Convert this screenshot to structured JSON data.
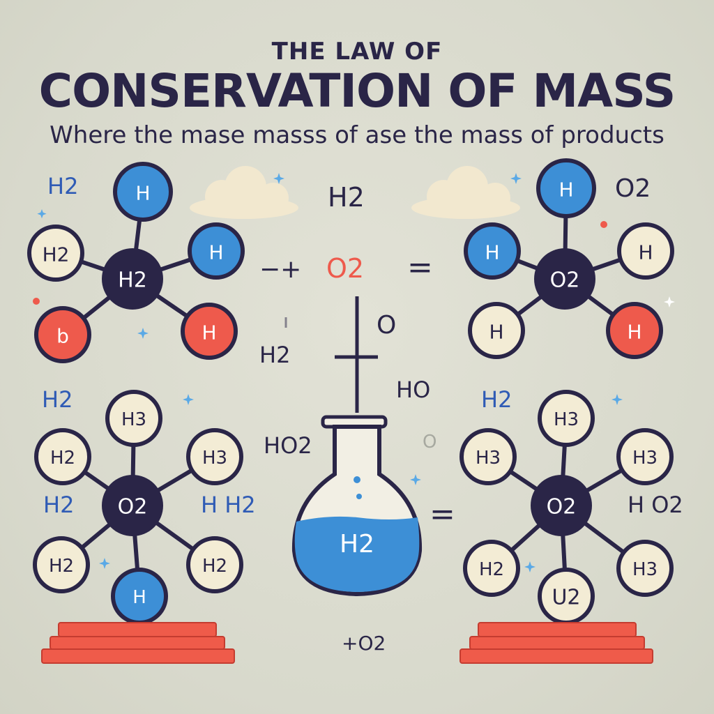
{
  "title": {
    "line1": "THE LAW OF",
    "line2": "CONSERVATION OF MASS",
    "subtitle": "Where the  mase masss of   ase the mass of products"
  },
  "colors": {
    "background": "#d9dacd",
    "dark": "#2a2547",
    "blue_atom": "#3d8fd6",
    "cream_atom": "#f3ecd5",
    "red_atom": "#ee5a4c",
    "label_blue": "#2f5bb5",
    "pedestal": "#ef5b4a",
    "cloud": "#f2e8cf"
  },
  "labels": {
    "top_left_formula": "H2",
    "top_center_formula": "H2",
    "top_right_formula": "O2",
    "equation_plus": "−+",
    "equation_o2": "O2",
    "equation_equals": "=",
    "mid_left_h2": "H2",
    "mid_o": "O",
    "mid_ho": "HO",
    "mid_ho2": "HO2",
    "mid_o_faint": "O",
    "lower_left_h2a": "H2",
    "lower_left_h2b": "H2",
    "lower_mid_h_h2": "H H2",
    "lower_right_h2": "H2",
    "lower_right_ho2": "H O2",
    "lower_equals": "=",
    "flask_label": "H2",
    "bottom_o2": "+O2"
  },
  "molecules": {
    "top_left": {
      "center": "H2",
      "atoms": [
        "H",
        "H",
        "H2",
        "b",
        "H"
      ]
    },
    "top_right": {
      "center": "O2",
      "atoms": [
        "H",
        "H",
        "H",
        "H",
        "H"
      ]
    },
    "bottom_left": {
      "center": "O2",
      "atoms": [
        "H3",
        "H2",
        "H3",
        "H2",
        "H2",
        "H"
      ]
    },
    "bottom_right": {
      "center": "O2",
      "atoms": [
        "H3",
        "H3",
        "H3",
        "H3",
        "H2",
        "U2"
      ]
    }
  }
}
